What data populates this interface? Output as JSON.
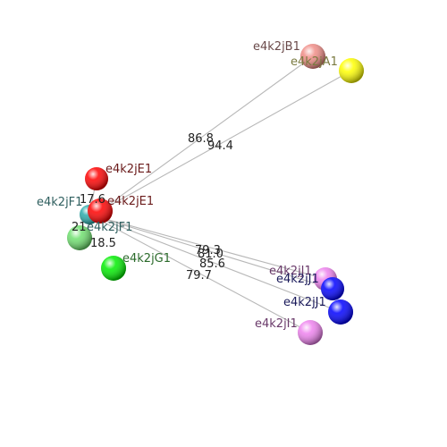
{
  "atoms": [
    {
      "id": "B1",
      "label": "e4k2jB1",
      "color": "#f08c86",
      "label_color": "#6a4a4a"
    },
    {
      "id": "A1",
      "label": "e4k2jA1",
      "color": "#ffff00",
      "label_color": "#7a7a40"
    },
    {
      "id": "E1a",
      "label": "e4k2jE1",
      "color": "#ff0000",
      "label_color": "#6a1a1a"
    },
    {
      "id": "F1a",
      "label": "e4k2jF1",
      "color": "#2aaaaa",
      "label_color": "#2f5f5f"
    },
    {
      "id": "E1b",
      "label": "e4k2jE1",
      "color": "#ff0000",
      "label_color": "#6a1a1a"
    },
    {
      "id": "F1b",
      "label": "e4k2jF1",
      "color": "#6fe06f",
      "label_color": "#2f5f5f"
    },
    {
      "id": "G1",
      "label": "e4k2jG1",
      "color": "#00ee00",
      "label_color": "#2a6a2a"
    },
    {
      "id": "J1a",
      "label": "e4k2jJ1",
      "color": "#ee82ee",
      "label_color": "#6a3a6a"
    },
    {
      "id": "J1b",
      "label": "e4k2jJ1",
      "color": "#0000ff",
      "label_color": "#1a1a5a"
    },
    {
      "id": "J1c",
      "label": "e4k2jJ1",
      "color": "#0000ff",
      "label_color": "#1a1a5a"
    },
    {
      "id": "I1",
      "label": "e4k2jI1",
      "color": "#ee82ee",
      "label_color": "#6a3a6a"
    }
  ],
  "distances": [
    {
      "from": "E1b",
      "to": "B1",
      "label": "86.8"
    },
    {
      "from": "E1b",
      "to": "A1",
      "label": "94.4"
    },
    {
      "from": "E1a",
      "to": "F1a",
      "label": "17.6"
    },
    {
      "from": "E1b",
      "to": "F1b",
      "label": "18.5"
    },
    {
      "from": "F1a",
      "to": "J1a",
      "label": "79.3"
    },
    {
      "from": "F1a",
      "to": "J1b",
      "label": "81.0"
    },
    {
      "from": "F1a",
      "to": "J1c",
      "label": "85.6"
    },
    {
      "from": "F1a",
      "to": "I1",
      "label": "79.7"
    }
  ],
  "misc_labels": [
    "21"
  ]
}
